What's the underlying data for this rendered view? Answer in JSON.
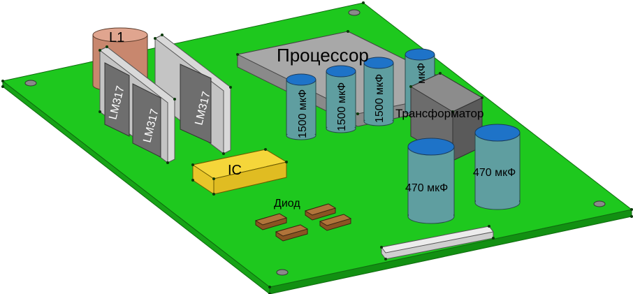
{
  "colors": {
    "board_top": "#1ec81e",
    "board_side": "#17a317",
    "board_edge": "#0f6b0f",
    "vertex": "#0a3a0a",
    "processor": "#9a9a9a",
    "capacitor_body": "#5f9ea0",
    "capacitor_top": "#1e73c8",
    "transformer": "#7d7d7d",
    "ic": "#f5d63a",
    "diode": "#a0642a",
    "inductor": "#c8876e",
    "regulator_face": "#6e6e6e",
    "regulator_tab": "#d9d9d9",
    "connector": "#e6e6e6"
  },
  "labels": {
    "inductor": "L1",
    "regulator_1": "LM317",
    "regulator_2": "LM317",
    "regulator_3": "LM317",
    "processor": "Процессор",
    "cap_1": "1500 мкФ",
    "cap_2": "1500 мкФ",
    "cap_3": "1500 мкФ",
    "cap_4": "мкФ",
    "transformer": "Трансформатор",
    "ic": "IC",
    "diode": "Диод",
    "cap_5": "470 мкФ",
    "cap_6": "470 мкФ"
  }
}
